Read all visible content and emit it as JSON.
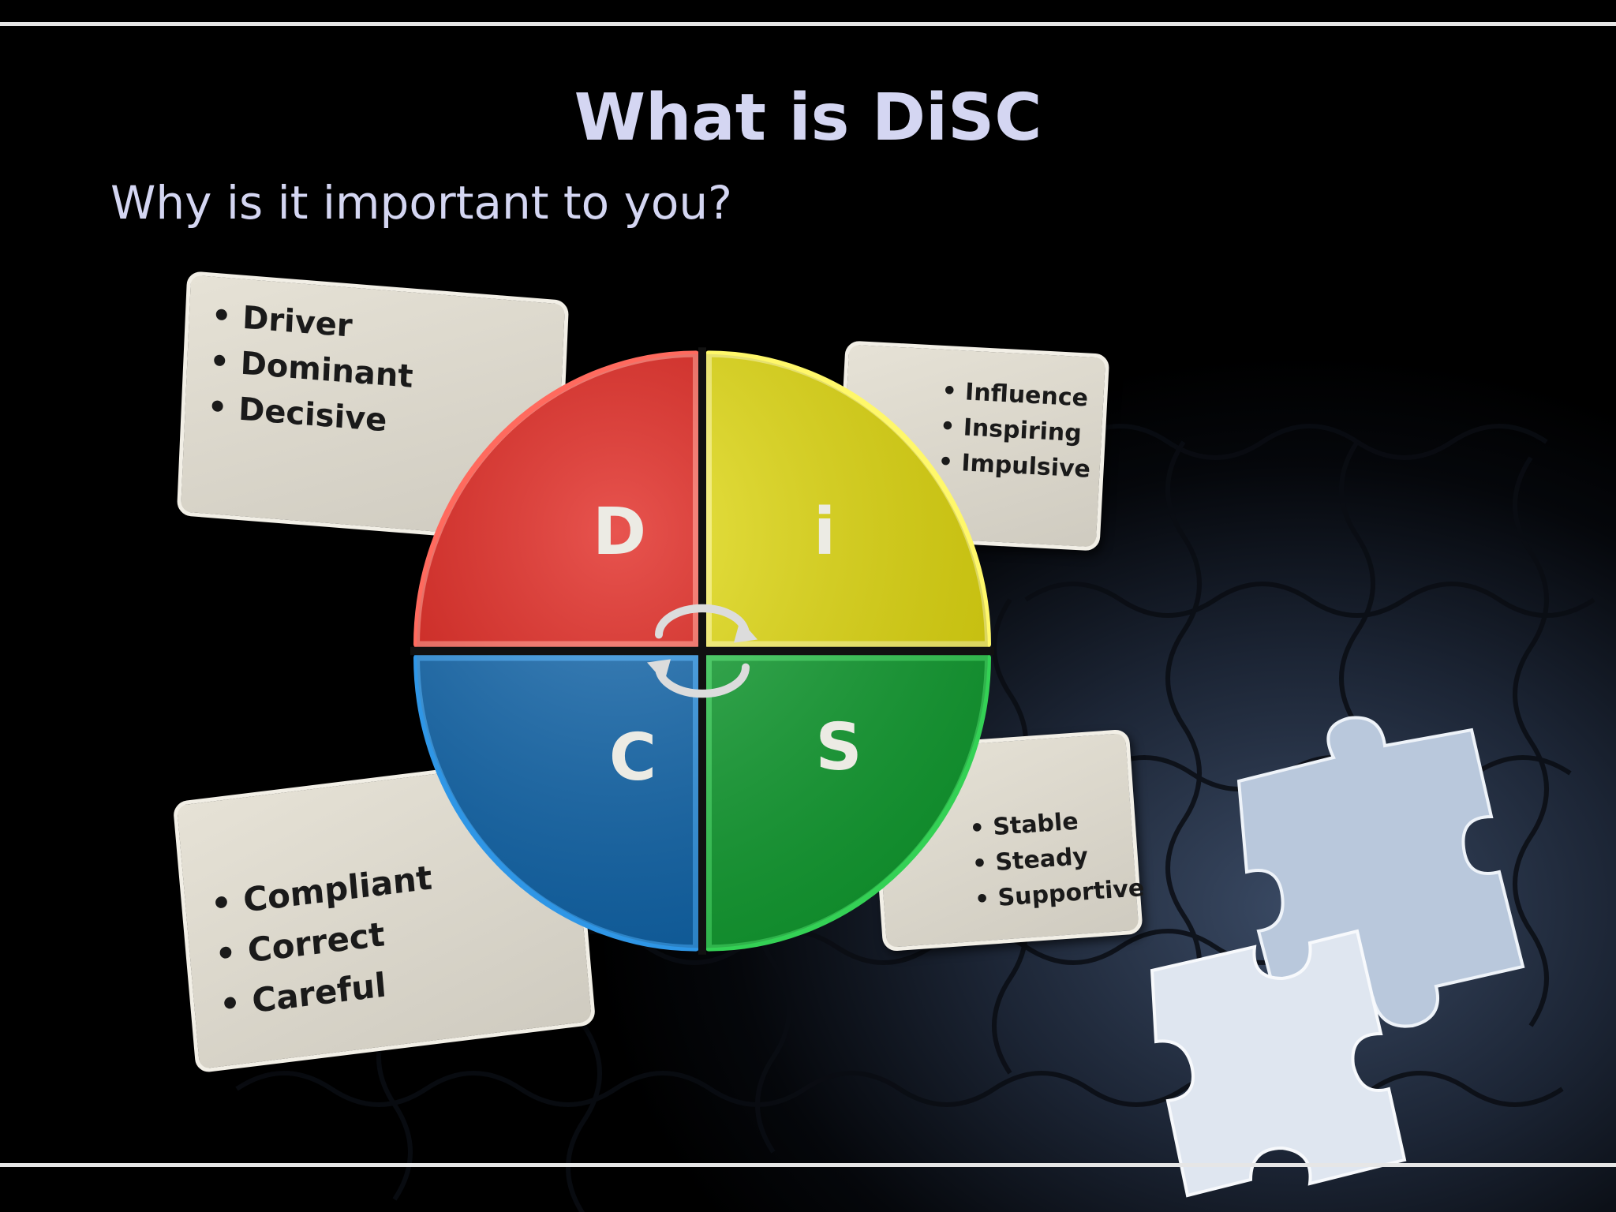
{
  "title": "What is DiSC",
  "subtitle": "Why is it important to you?",
  "colors": {
    "d": "#e01b14",
    "i": "#e6de0c",
    "c": "#0d65ad",
    "s": "#11a131",
    "title_text": "#d4d6f2"
  },
  "quadrants": {
    "d": {
      "letter": "D",
      "traits": [
        "Driver",
        "Dominant",
        "Decisive"
      ]
    },
    "i": {
      "letter": "i",
      "traits": [
        "Influence",
        "Inspiring",
        "Impulsive"
      ]
    },
    "c": {
      "letter": "C",
      "traits": [
        "Compliant",
        "Correct",
        "Careful"
      ]
    },
    "s": {
      "letter": "S",
      "traits": [
        "Stable",
        "Steady",
        "Supportive"
      ]
    }
  },
  "icons": [
    "cycle-arrows-icon",
    "puzzle-pieces-icon"
  ]
}
